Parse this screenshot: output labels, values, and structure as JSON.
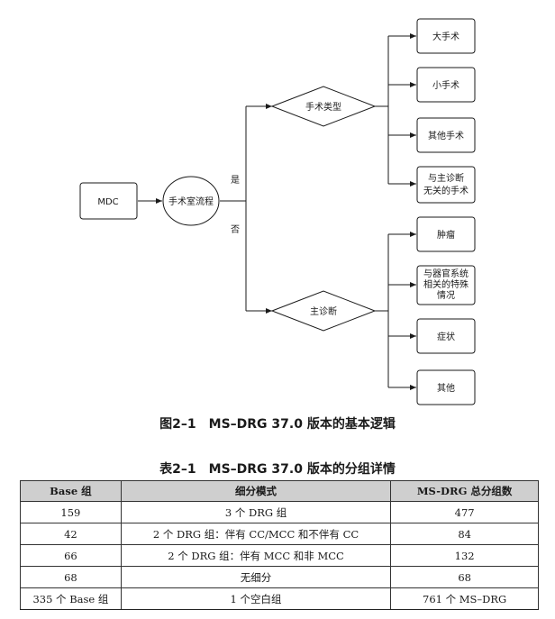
{
  "diagram": {
    "nodes": {
      "mdc": "MDC",
      "surgery_flow": "手术室流程",
      "surgery_type": "手术类型",
      "major_surgery": "大手术",
      "minor_surgery": "小手术",
      "other_surgery": "其他手术",
      "unrelated_surgery_l1": "与主诊断",
      "unrelated_surgery_l2": "无关的手术",
      "main_diagnosis": "主诊断",
      "tumor": "肿瘤",
      "organ_l1": "与器官系统",
      "organ_l2": "相关的特殊",
      "organ_l3": "情况",
      "symptom": "症状",
      "other": "其他"
    },
    "edges": {
      "yes": "是",
      "no": "否"
    }
  },
  "figure_caption": "图2–1　MS–DRG 37.0 版本的基本逻辑",
  "table_caption": "表2–1　MS–DRG 37.0 版本的分组详情",
  "table": {
    "headers": [
      "Base 组",
      "细分模式",
      "MS-DRG 总分组数"
    ],
    "rows": [
      [
        "159",
        "3 个 DRG 组",
        "477"
      ],
      [
        "42",
        "2 个 DRG 组：伴有 CC/MCC 和不伴有 CC",
        "84"
      ],
      [
        "66",
        "2 个 DRG 组：伴有 MCC 和非 MCC",
        "132"
      ],
      [
        "68",
        "无细分",
        "68"
      ],
      [
        "335 个 Base 组",
        "1 个空白组",
        "761 个 MS–DRG"
      ]
    ]
  }
}
